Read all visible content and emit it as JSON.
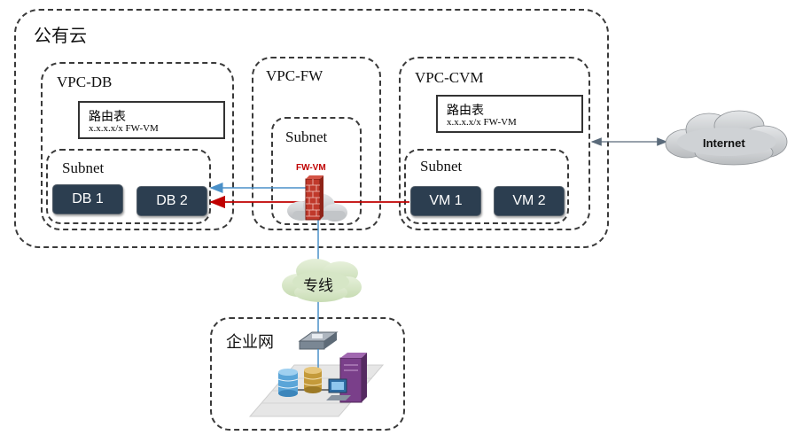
{
  "public_cloud": {
    "title": "公有云"
  },
  "vpc_db": {
    "title": "VPC-DB",
    "route_table": {
      "title": "路由表",
      "entry": "x.x.x.x/x  FW-VM"
    },
    "subnet": {
      "title": "Subnet",
      "nodes": [
        "DB 1",
        "DB 2"
      ]
    }
  },
  "vpc_fw": {
    "title": "VPC-FW",
    "subnet": {
      "title": "Subnet",
      "firewall_label": "FW-VM"
    }
  },
  "vpc_cvm": {
    "title": "VPC-CVM",
    "route_table": {
      "title": "路由表",
      "entry": "x.x.x.x/x  FW-VM"
    },
    "subnet": {
      "title": "Subnet",
      "nodes": [
        "VM 1",
        "VM 2"
      ]
    }
  },
  "internet": {
    "label": "Internet"
  },
  "dedicated_line": {
    "label": "专线"
  },
  "enterprise": {
    "title": "企业网"
  },
  "colors": {
    "node_fill": "#2c3e50",
    "blue_link": "#4a90c8",
    "red_link": "#c00000",
    "firewall": "#c0392b",
    "cloud": "#c9cbcd",
    "green_cloud": "#d8e8c8"
  }
}
